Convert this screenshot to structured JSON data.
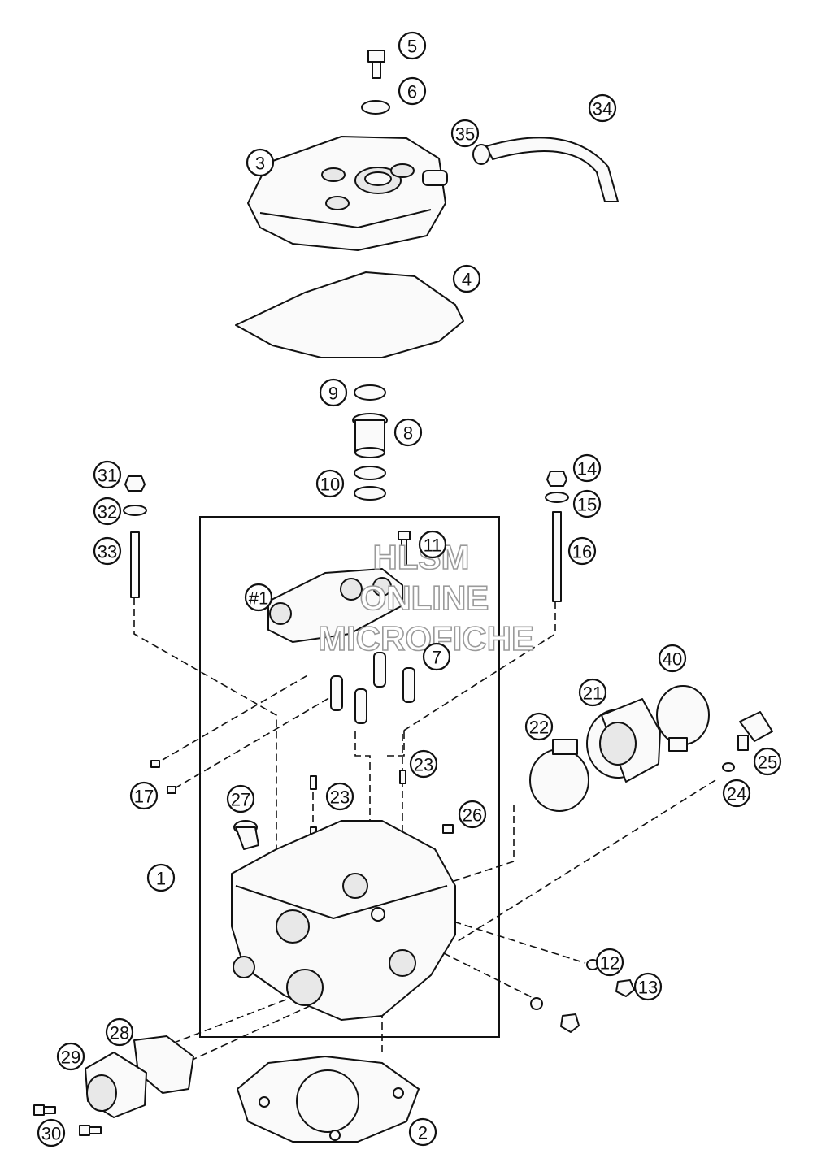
{
  "callouts": [
    {
      "id": "c1",
      "label": "1"
    },
    {
      "id": "c2",
      "label": "2"
    },
    {
      "id": "c3",
      "label": "3"
    },
    {
      "id": "c4",
      "label": "4"
    },
    {
      "id": "c5",
      "label": "5"
    },
    {
      "id": "c6",
      "label": "6"
    },
    {
      "id": "c7",
      "label": "7"
    },
    {
      "id": "c8",
      "label": "8"
    },
    {
      "id": "c9",
      "label": "9"
    },
    {
      "id": "c10",
      "label": "10"
    },
    {
      "id": "c11",
      "label": "11"
    },
    {
      "id": "c12",
      "label": "12"
    },
    {
      "id": "c13",
      "label": "13"
    },
    {
      "id": "c14",
      "label": "14"
    },
    {
      "id": "c15",
      "label": "15"
    },
    {
      "id": "c16",
      "label": "16"
    },
    {
      "id": "c17",
      "label": "17"
    },
    {
      "id": "c21",
      "label": "21"
    },
    {
      "id": "c22",
      "label": "22"
    },
    {
      "id": "c23a",
      "label": "23"
    },
    {
      "id": "c23b",
      "label": "23"
    },
    {
      "id": "c24",
      "label": "24"
    },
    {
      "id": "c25",
      "label": "25"
    },
    {
      "id": "c26",
      "label": "26"
    },
    {
      "id": "c27",
      "label": "27"
    },
    {
      "id": "c28",
      "label": "28"
    },
    {
      "id": "c29",
      "label": "29"
    },
    {
      "id": "c30",
      "label": "30"
    },
    {
      "id": "c31",
      "label": "31"
    },
    {
      "id": "c32",
      "label": "32"
    },
    {
      "id": "c33",
      "label": "33"
    },
    {
      "id": "c34",
      "label": "34"
    },
    {
      "id": "c35",
      "label": "35"
    },
    {
      "id": "c40",
      "label": "40"
    },
    {
      "id": "c41",
      "label": "#1"
    }
  ],
  "watermark": {
    "line1": "HLSM",
    "line2": "ONLINE",
    "line3": "MICROFICHE"
  }
}
